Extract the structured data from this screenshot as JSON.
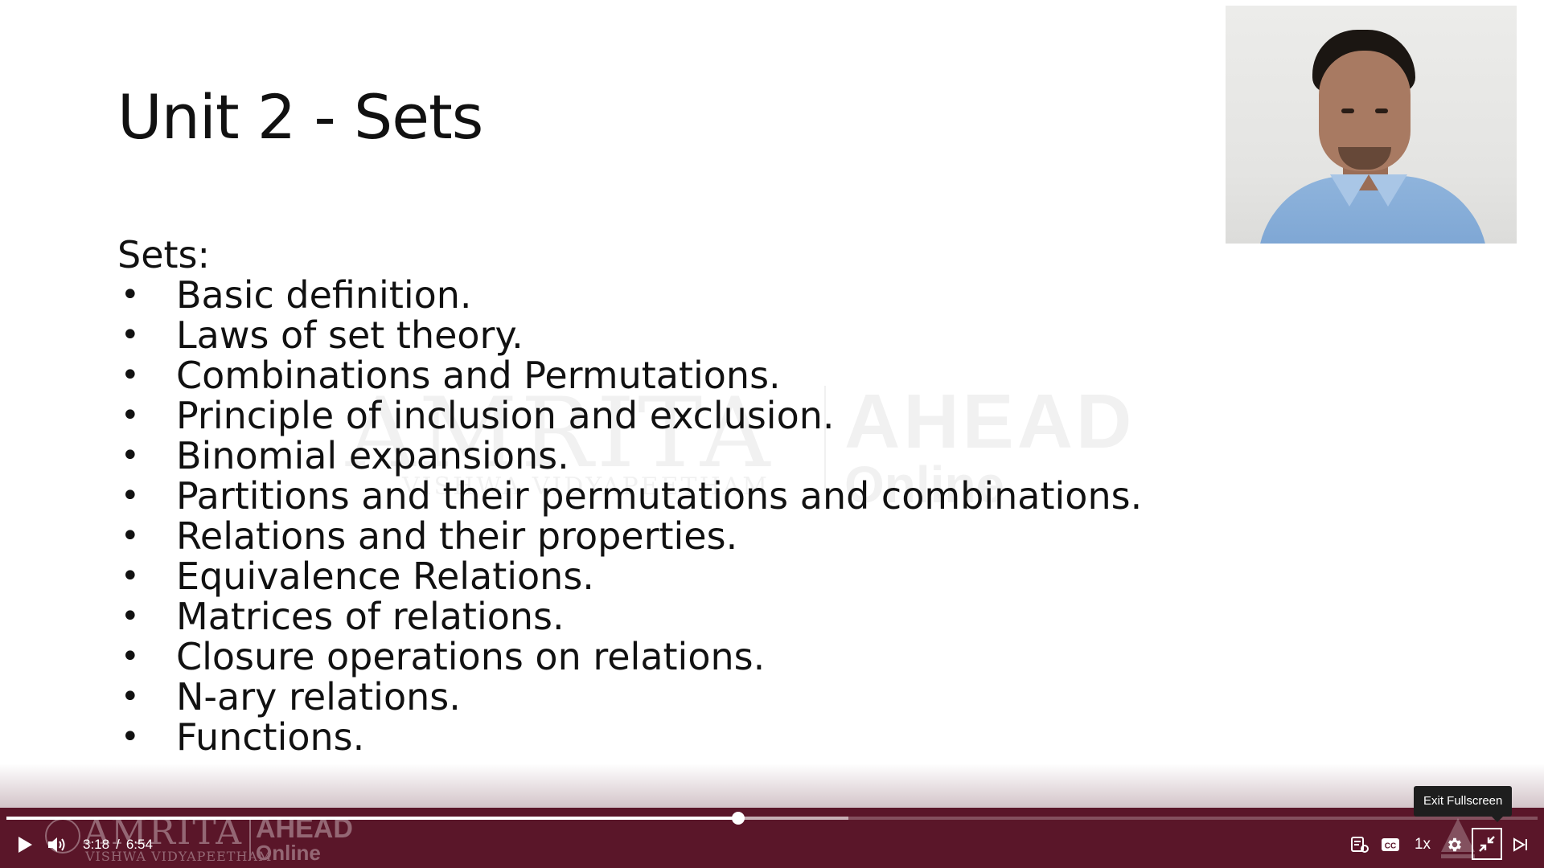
{
  "slide": {
    "title": "Unit 2 - Sets",
    "heading": "Sets:",
    "bullet_symbol": "•",
    "items": [
      "Basic definition.",
      "Laws of set theory.",
      "Combinations and Permutations.",
      "Principle of inclusion and exclusion.",
      "Binomial expansions.",
      "Partitions and their permutations and combinations.",
      "Relations and their properties.",
      "Equivalence Relations.",
      "Matrices of relations.",
      "Closure operations on relations.",
      "N-ary relations.",
      "Functions."
    ]
  },
  "watermark": {
    "amrita": "AMRITA",
    "vishwa": "VISHWA VIDYAPEETHAM",
    "ahead": "AHEAD",
    "online": "Online"
  },
  "player": {
    "current_time": "3:18",
    "time_separator": "/",
    "duration": "6:54",
    "played_fraction": 0.478,
    "buffered_fraction": 0.55,
    "speed_label": "1x",
    "tooltip": "Exit Fullscreen",
    "accent_color": "#5a1629",
    "brand": {
      "amrita": "AMRITA",
      "vishwa": "VISHWA VIDYAPEETHAM",
      "ahead": "AHEAD",
      "online": "Online"
    },
    "icons": {
      "play": "play-icon",
      "volume": "volume-icon",
      "transcript": "transcript-icon",
      "cc": "closed-captions-icon",
      "settings": "gear-icon",
      "exit_fullscreen": "exit-fullscreen-icon",
      "next": "next-icon"
    }
  }
}
